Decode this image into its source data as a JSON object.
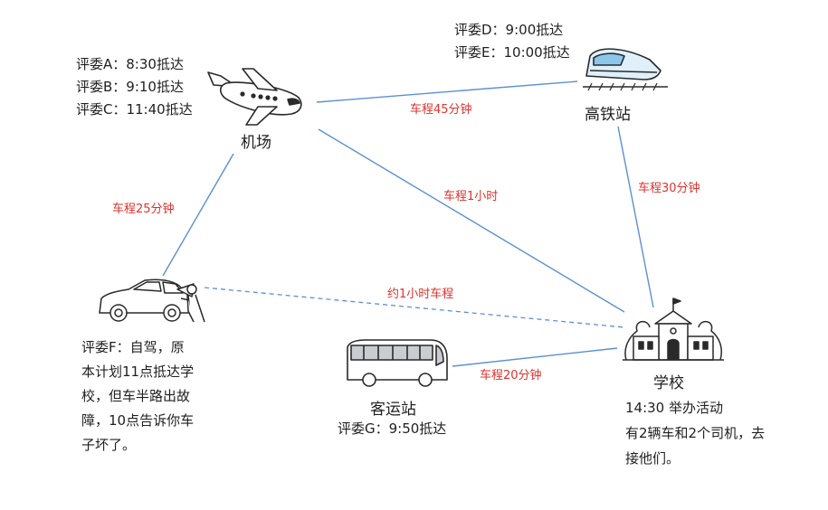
{
  "nodes": {
    "airport": {
      "label": "机场",
      "notes": [
        "评委A：8:30抵达",
        "评委B：9:10抵达",
        "评委C：11:40抵达"
      ]
    },
    "station": {
      "label": "高铁站",
      "notes": [
        "评委D：9:00抵达",
        "评委E：10:00抵达"
      ]
    },
    "car": {
      "notes": [
        "评委F：自驾，原",
        "本计划11点抵达学",
        "校，但车半路出故",
        "障，10点告诉你车",
        "子坏了。"
      ]
    },
    "bus": {
      "label": "客运站",
      "notes": [
        "评委G：9:50抵达"
      ]
    },
    "school": {
      "label": "学校",
      "notes": [
        "14:30 举办活动",
        "有2辆车和2个司机，去",
        "接他们。"
      ]
    }
  },
  "edges": {
    "airport_station": "车程45分钟",
    "airport_car": "车程25分钟",
    "airport_school": "车程1小时",
    "station_school": "车程30分钟",
    "car_school": "约1小时车程",
    "bus_school": "车程20分钟"
  },
  "colors": {
    "edge": "#5b8fd6",
    "edge_label": "#e0322d",
    "text": "#1f1f1f"
  }
}
